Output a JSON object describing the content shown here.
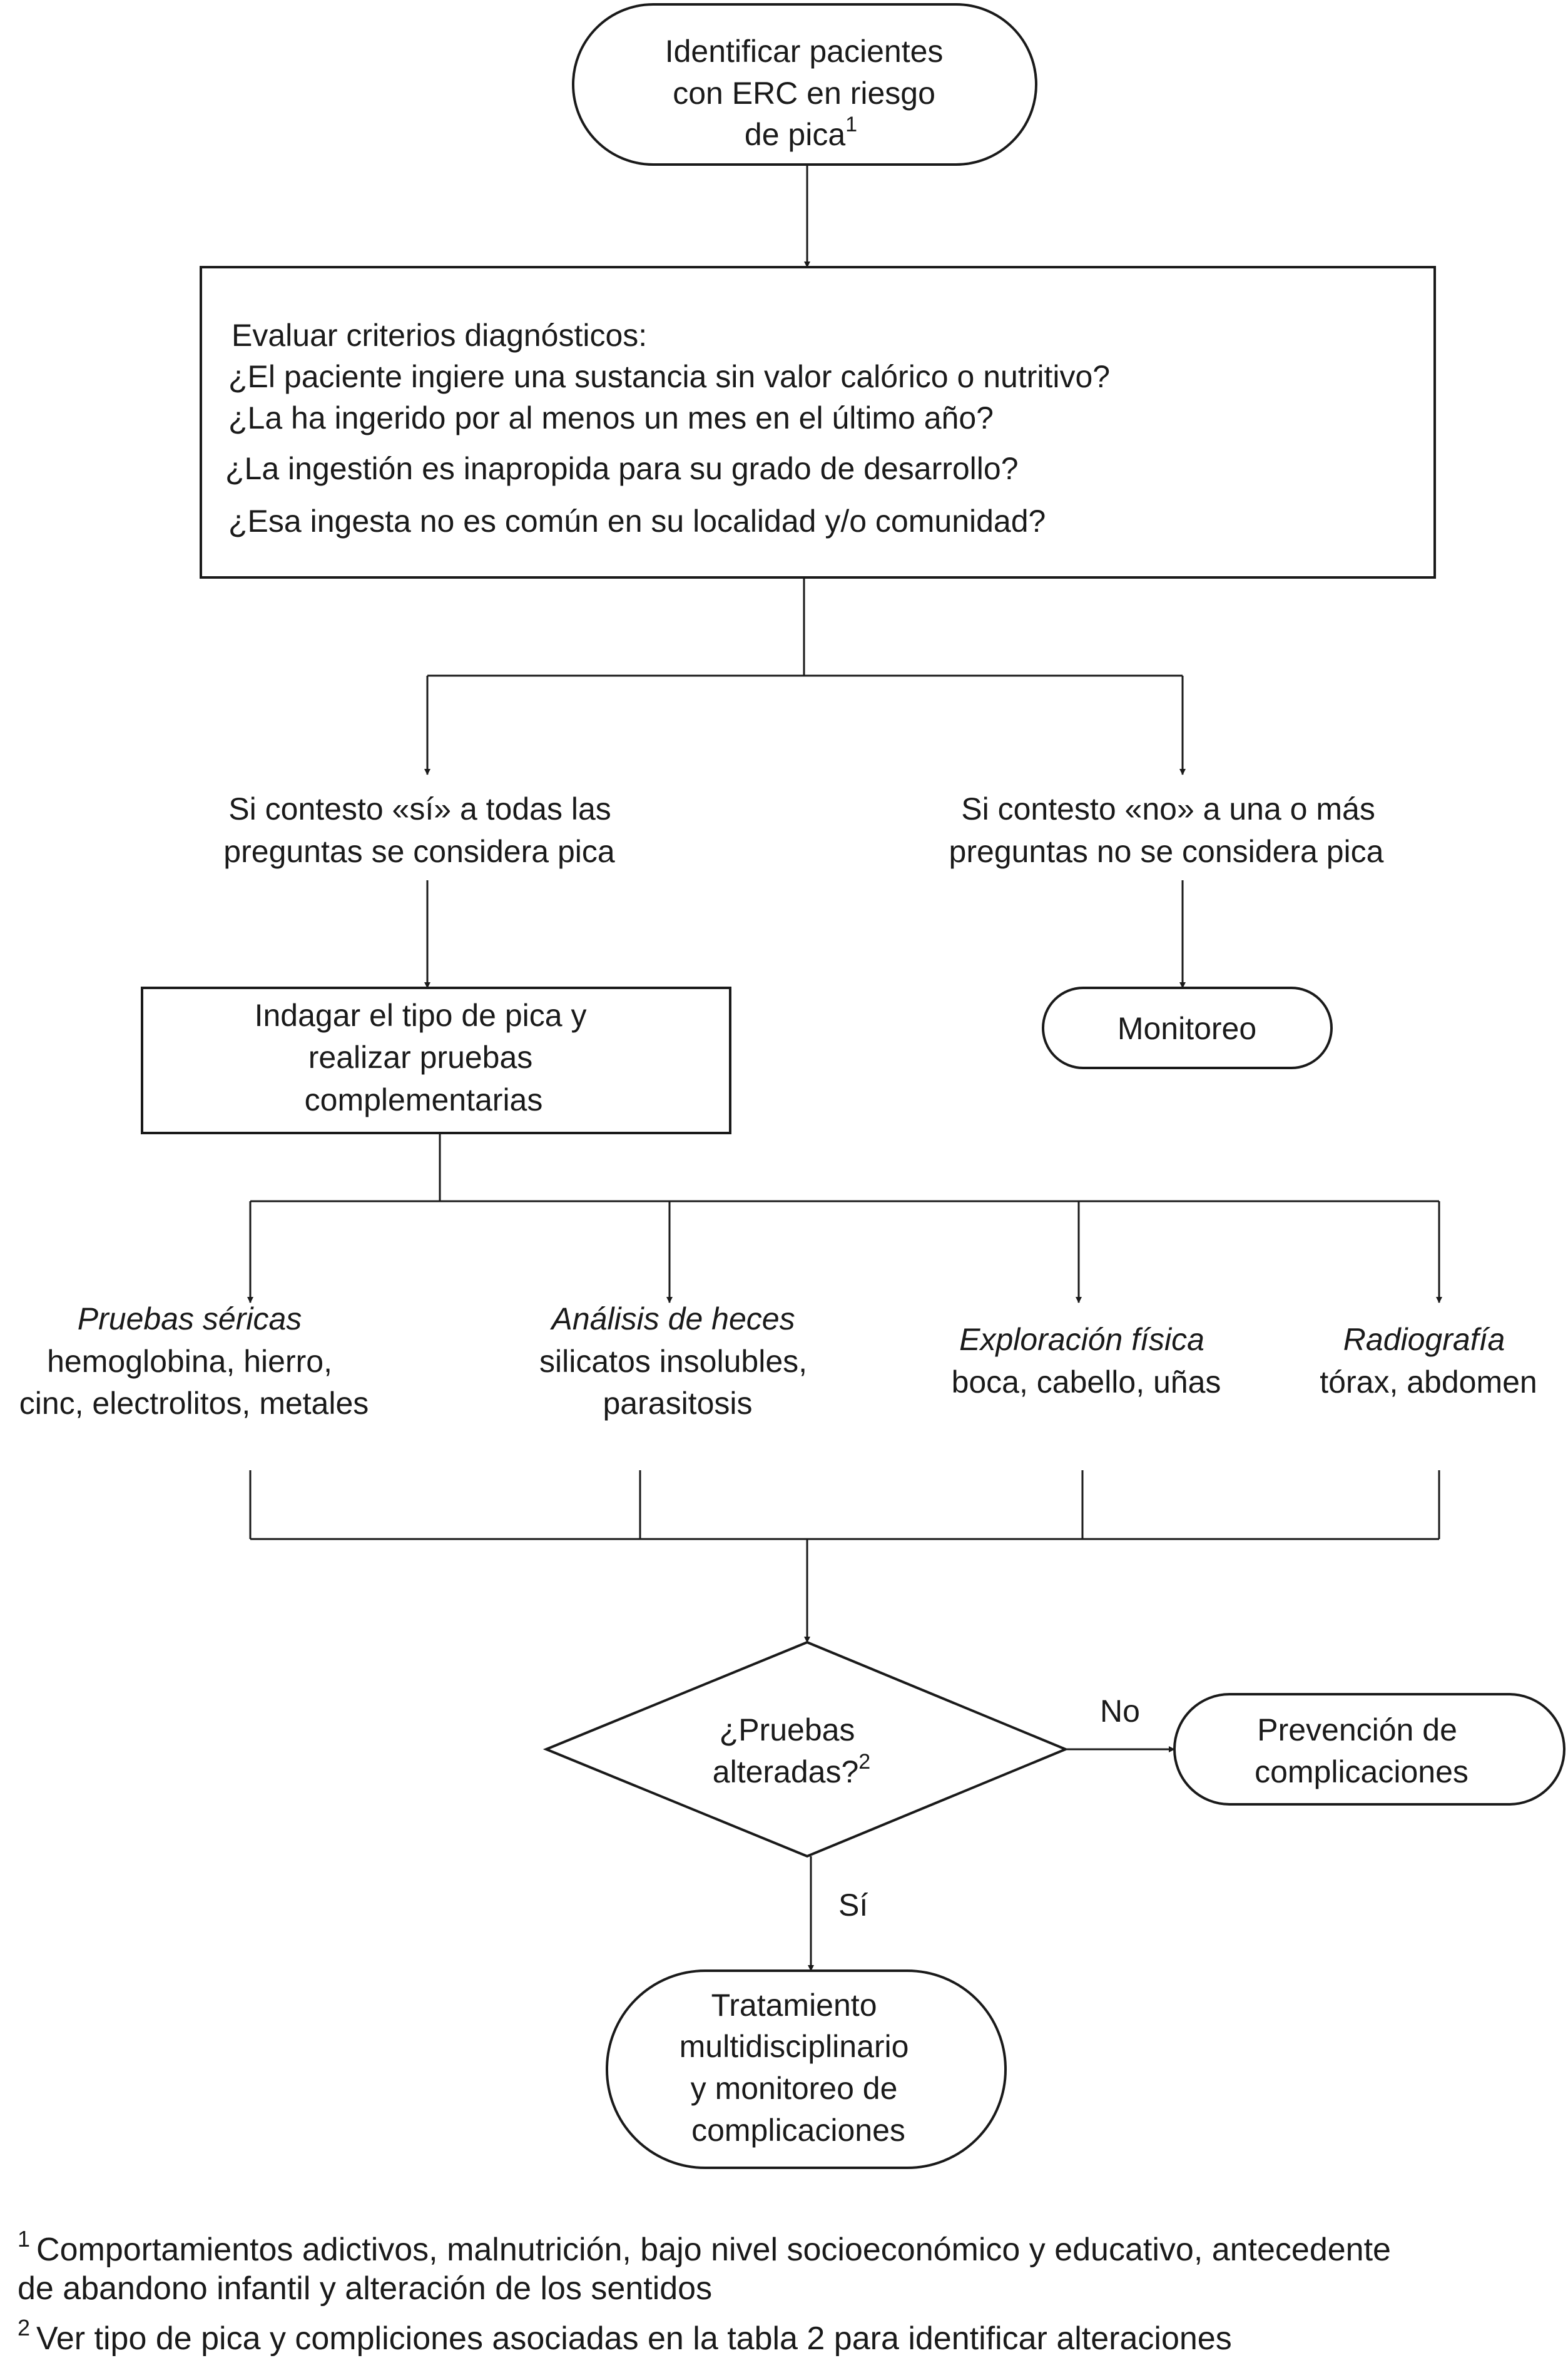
{
  "nodes": {
    "start": {
      "lines": [
        "Identificar pacientes",
        "con ERC en riesgo",
        "de pica"
      ],
      "sup": "1"
    },
    "criteria": {
      "heading": "Evaluar criterios diagnósticos:",
      "questions": [
        "¿El paciente ingiere una sustancia sin valor calórico o nutritivo?",
        "¿La ha ingerido por al menos un mes en el último año?",
        "¿La ingestión es inapropida para su grado de desarrollo?",
        "¿Esa ingesta no es común en su localidad y/o comunidad?"
      ]
    },
    "yes_branch": {
      "lines": [
        "Si contesto «sí» a todas las",
        "preguntas se considera pica"
      ]
    },
    "no_branch": {
      "lines": [
        "Si contesto «no» a una o más",
        "preguntas no se considera pica"
      ]
    },
    "inquire": {
      "lines": [
        "Indagar el tipo de pica y",
        "realizar pruebas",
        "complementarias"
      ]
    },
    "monitoring": {
      "label": "Monitoreo"
    },
    "tests": [
      {
        "title": "Pruebas séricas",
        "lines": [
          "hemoglobina, hierro,",
          "cinc, electrolitos, metales"
        ]
      },
      {
        "title": "Análisis de heces",
        "lines": [
          "silicatos insolubles,",
          "parasitosis"
        ]
      },
      {
        "title": "Exploración física",
        "lines": [
          "boca, cabello, uñas"
        ]
      },
      {
        "title": "Radiografía",
        "lines": [
          "tórax, abdomen"
        ]
      }
    ],
    "decision": {
      "lines": [
        "¿Pruebas",
        "alteradas?"
      ],
      "sup": "2"
    },
    "no_label": "No",
    "yes_label": "Sí",
    "prevention": {
      "lines": [
        "Prevención de",
        "complicaciones"
      ]
    },
    "treatment": {
      "lines": [
        "Tratamiento",
        "multidisciplinario",
        "y monitoreo de",
        "complicaciones"
      ]
    }
  },
  "footnotes": [
    {
      "marker": "1",
      "lines": [
        "Comportamientos adictivos, malnutrición, bajo nivel socioeconómico y educativo, antecedente",
        "de abandono infantil y alteración de los sentidos"
      ]
    },
    {
      "marker": "2",
      "lines": [
        "Ver tipo de pica y compliciones asociadas en la tabla 2  para identificar alteraciones"
      ]
    }
  ],
  "colors": {
    "stroke": "#1a1a1a",
    "background": "#ffffff"
  }
}
